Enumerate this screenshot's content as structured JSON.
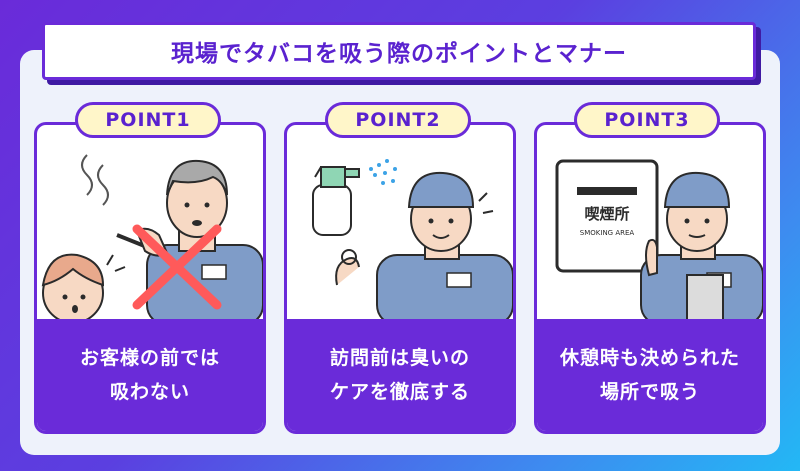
{
  "title": "現場でタバコを吸う際のポイントとマナー",
  "points": [
    {
      "badge": "POINT1",
      "caption_line1": "お客様の前では",
      "caption_line2": "吸わない"
    },
    {
      "badge": "POINT2",
      "caption_line1": "訪問前は臭いの",
      "caption_line2": "ケアを徹底する"
    },
    {
      "badge": "POINT3",
      "caption_line1": "休憩時も決められた",
      "caption_line2": "場所で吸う"
    }
  ],
  "sign": {
    "kanji": "喫煙所",
    "english": "SMOKING AREA"
  },
  "colors": {
    "accent": "#6a2bd9",
    "badge_bg": "#fff6c9",
    "cross": "#ff5a5a",
    "uniform": "#7f9cc8",
    "panel": "#eef2fb"
  }
}
